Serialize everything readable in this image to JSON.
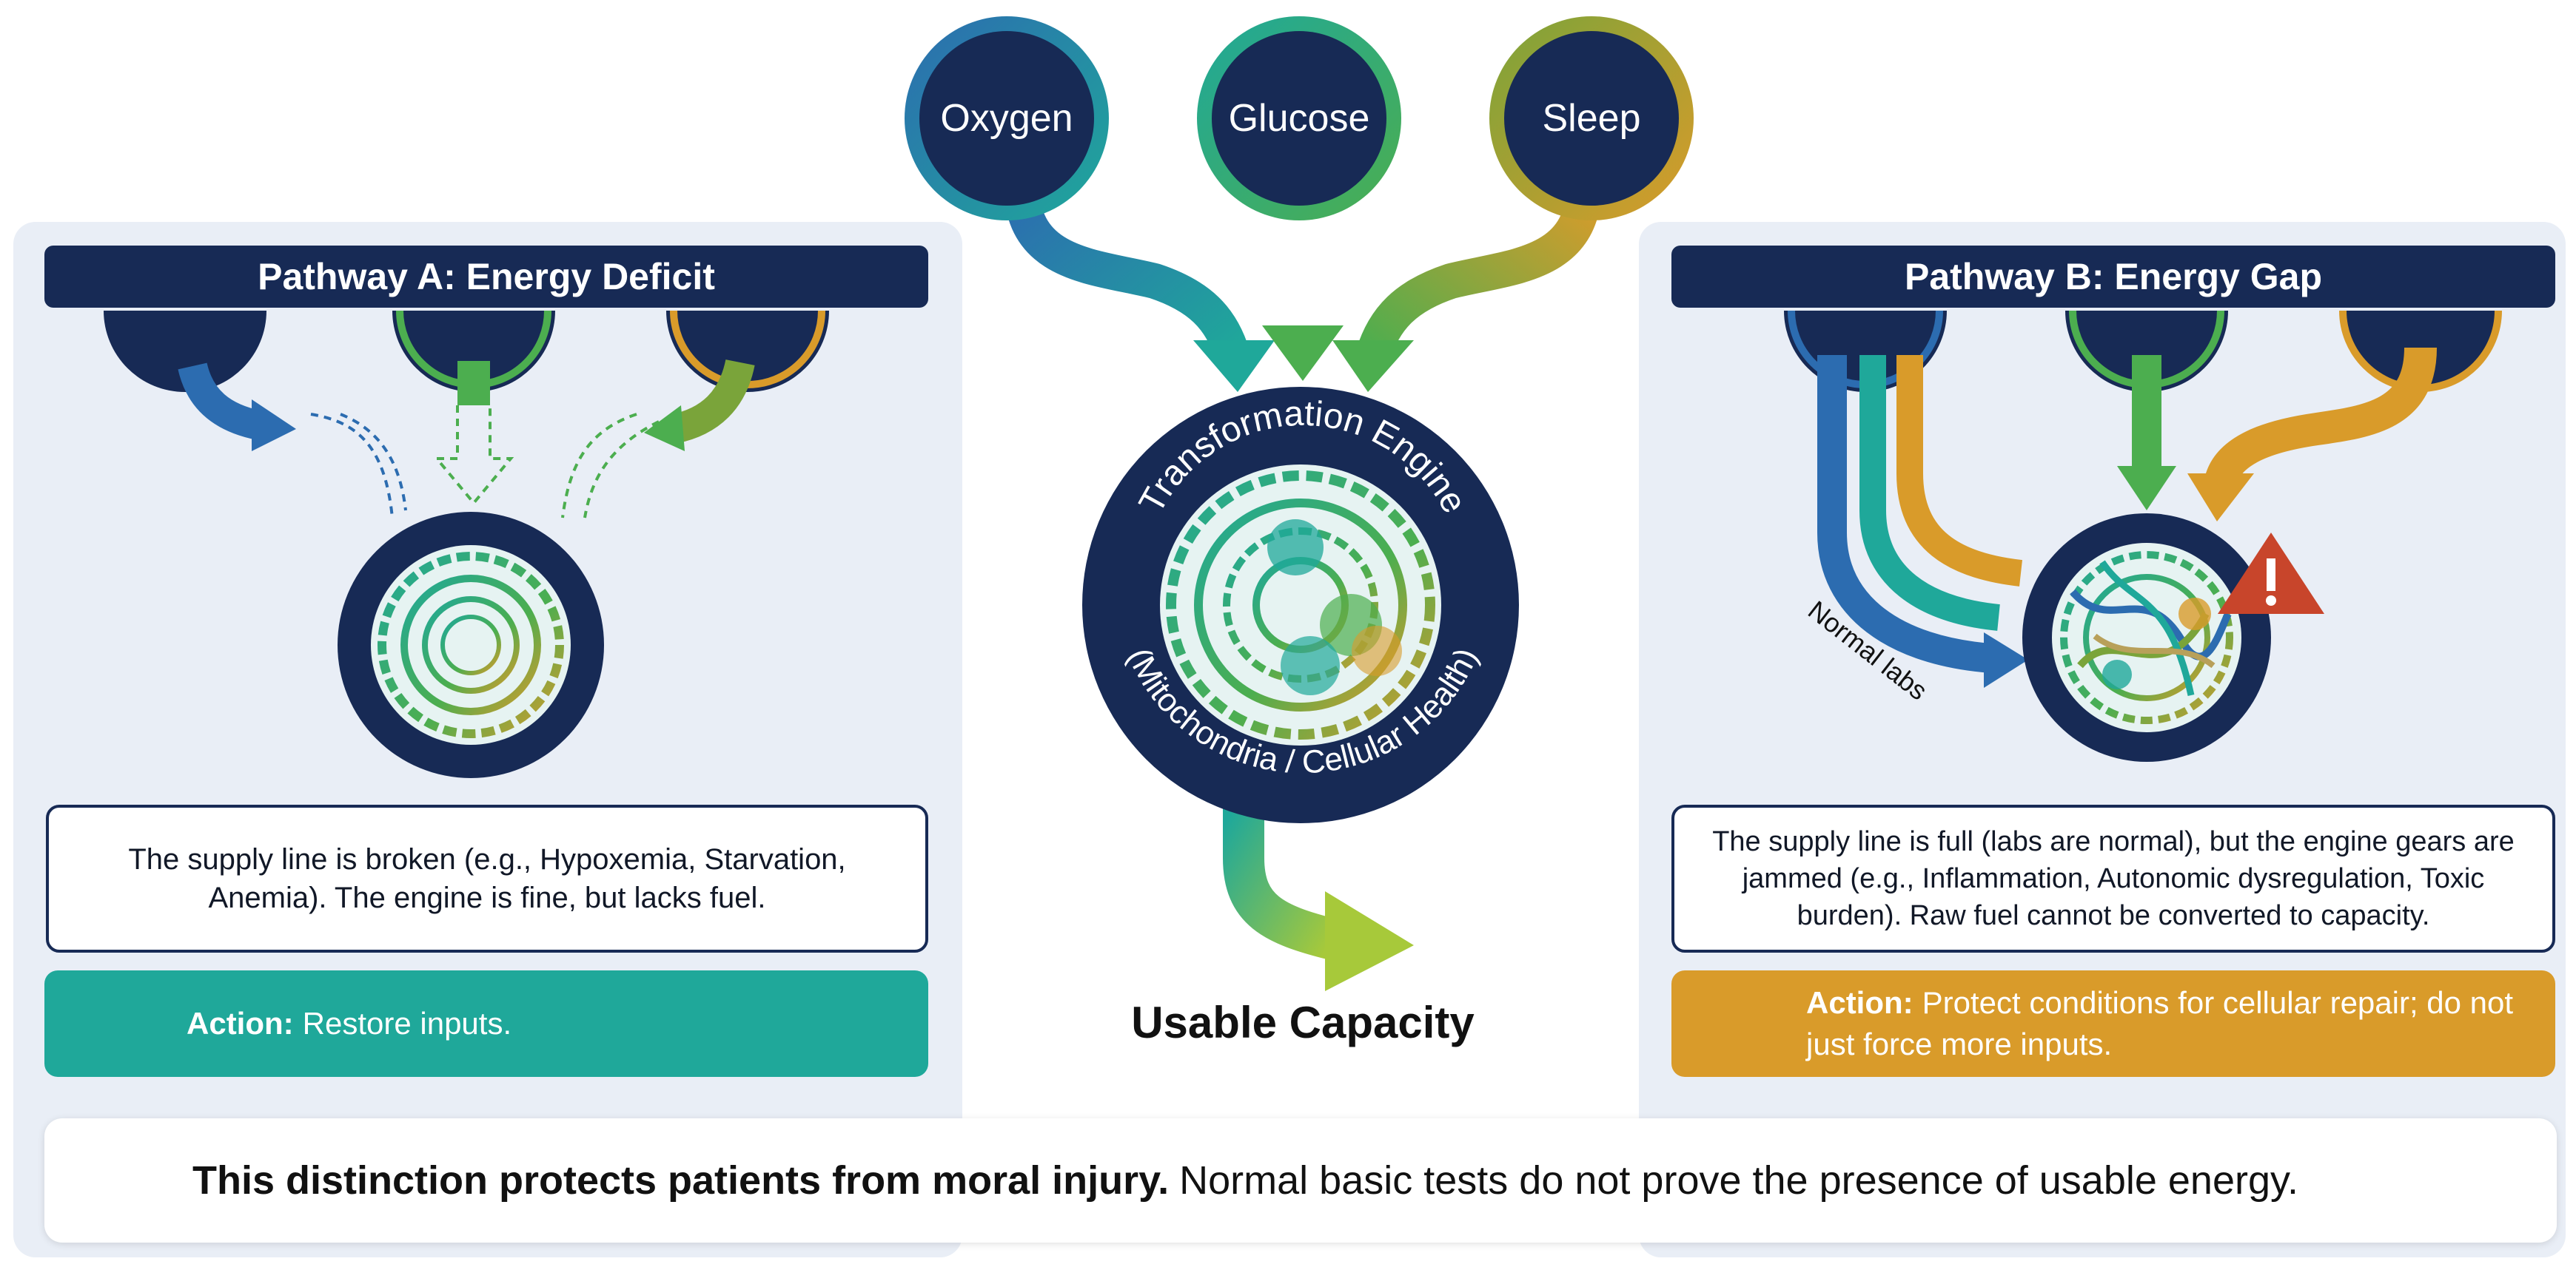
{
  "colors": {
    "navy": "#172a55",
    "blue": "#2c6cb0",
    "teal": "#1fa89a",
    "green": "#4cae4f",
    "gold": "#d99b2a",
    "alert_red": "#c8452b"
  },
  "inputs": [
    {
      "label": "Oxygen",
      "color": "#2c6cb0"
    },
    {
      "label": "Glucose",
      "color": "#1fa89a"
    },
    {
      "label": "Sleep",
      "color": "#d99b2a"
    }
  ],
  "engine": {
    "top_label": "Transformation Engine",
    "bottom_label": "(Mitochondria / Cellular Health)",
    "output_label": "Usable Capacity"
  },
  "pathway_a": {
    "title": "Pathway A: Energy Deficit",
    "description": "The supply line is broken (e.g., Hypoxemia, Starvation, Anemia). The engine is fine, but lacks fuel.",
    "action_prefix": "Action:",
    "action_text": "Restore inputs.",
    "action_color": "#1fa89a"
  },
  "pathway_b": {
    "title": "Pathway B: Energy Gap",
    "arrow_label": "Normal labs",
    "description": "The supply line is full (labs are normal), but the engine gears are jammed (e.g., Inflammation, Autonomic dysregulation, Toxic burden). Raw fuel cannot be converted to capacity.",
    "action_prefix": "Action:",
    "action_text": "Protect conditions for cellular repair; do not just force more inputs.",
    "action_color": "#d99b2a",
    "warning_icon": "warning-triangle-icon"
  },
  "banner": {
    "bold_text": "This distinction protects patients from moral injury.",
    "text": "Normal basic tests do not prove the presence of usable energy.",
    "icon": "exclamation-circle-icon"
  }
}
